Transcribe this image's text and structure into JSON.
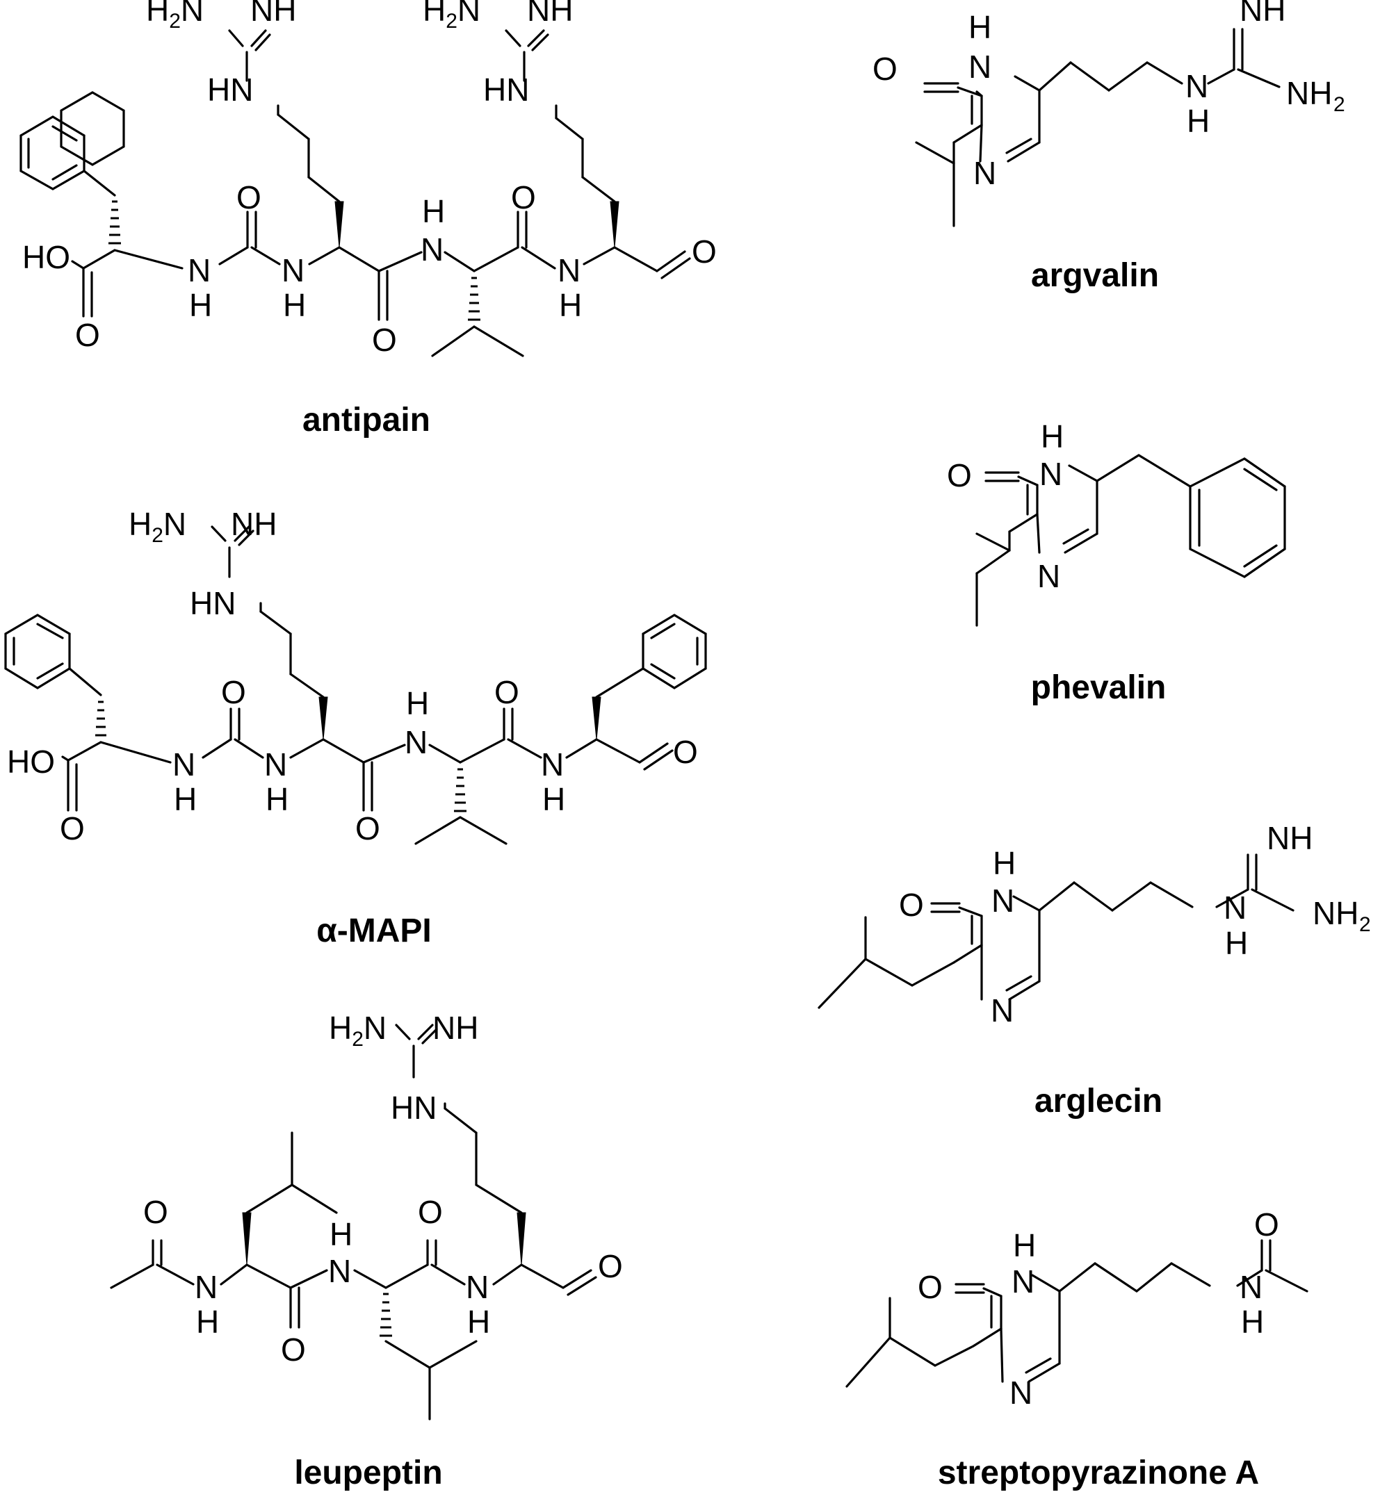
{
  "compounds": [
    {
      "id": "antipain",
      "name": "antipain"
    },
    {
      "id": "argvalin",
      "name": "argvalin"
    },
    {
      "id": "alpha-mapi",
      "name": "α-MAPI"
    },
    {
      "id": "phevalin",
      "name": "phevalin"
    },
    {
      "id": "arglecin",
      "name": "arglecin"
    },
    {
      "id": "leupeptin",
      "name": "leupeptin"
    },
    {
      "id": "streptopyrazinone-a",
      "name": "streptopyrazinone A"
    }
  ],
  "atoms": {
    "h2n": "H2N",
    "nh": "NH",
    "hn": "HN",
    "ho": "HO",
    "o": "O",
    "n": "N",
    "h": "H",
    "nh2": "NH2"
  }
}
